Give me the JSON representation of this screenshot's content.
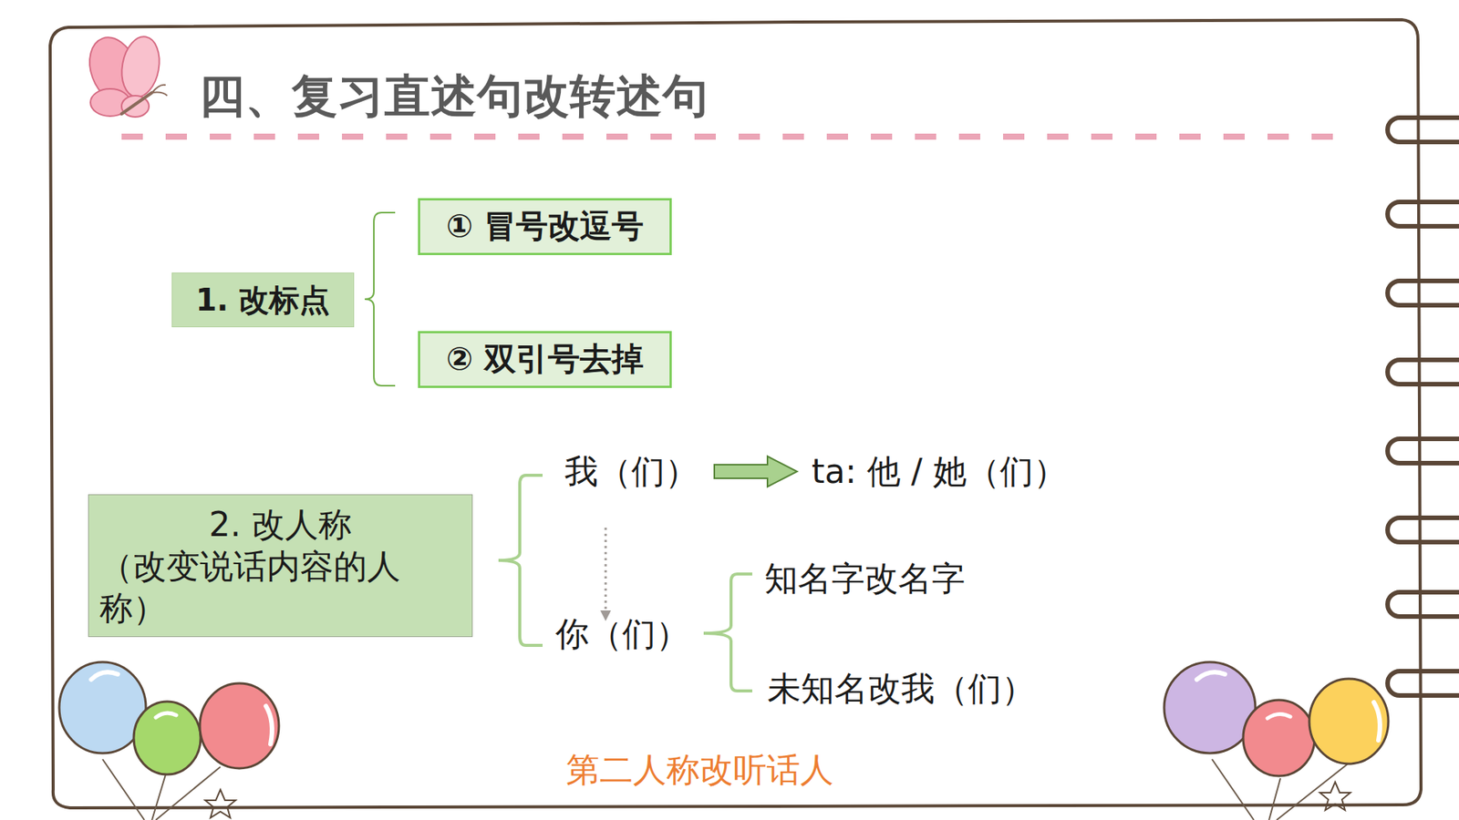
{
  "diagram": {
    "title": "四、复习直述句改转述句",
    "nodes": [
      {
        "text": [
          "1. 改标点"
        ]
      },
      {
        "text": [
          "① 冒号改逗号"
        ]
      },
      {
        "text": [
          "② 双引号去掉"
        ]
      },
      {
        "text": [
          "2. 改人称",
          "（改变说话内容的人称）"
        ]
      }
    ],
    "labels": [
      "我（们）",
      "ta: 他 / 她（们）",
      "你（们）",
      "知名字改名字",
      "未知名改我（们）",
      "第二人称改听话人"
    ]
  }
}
